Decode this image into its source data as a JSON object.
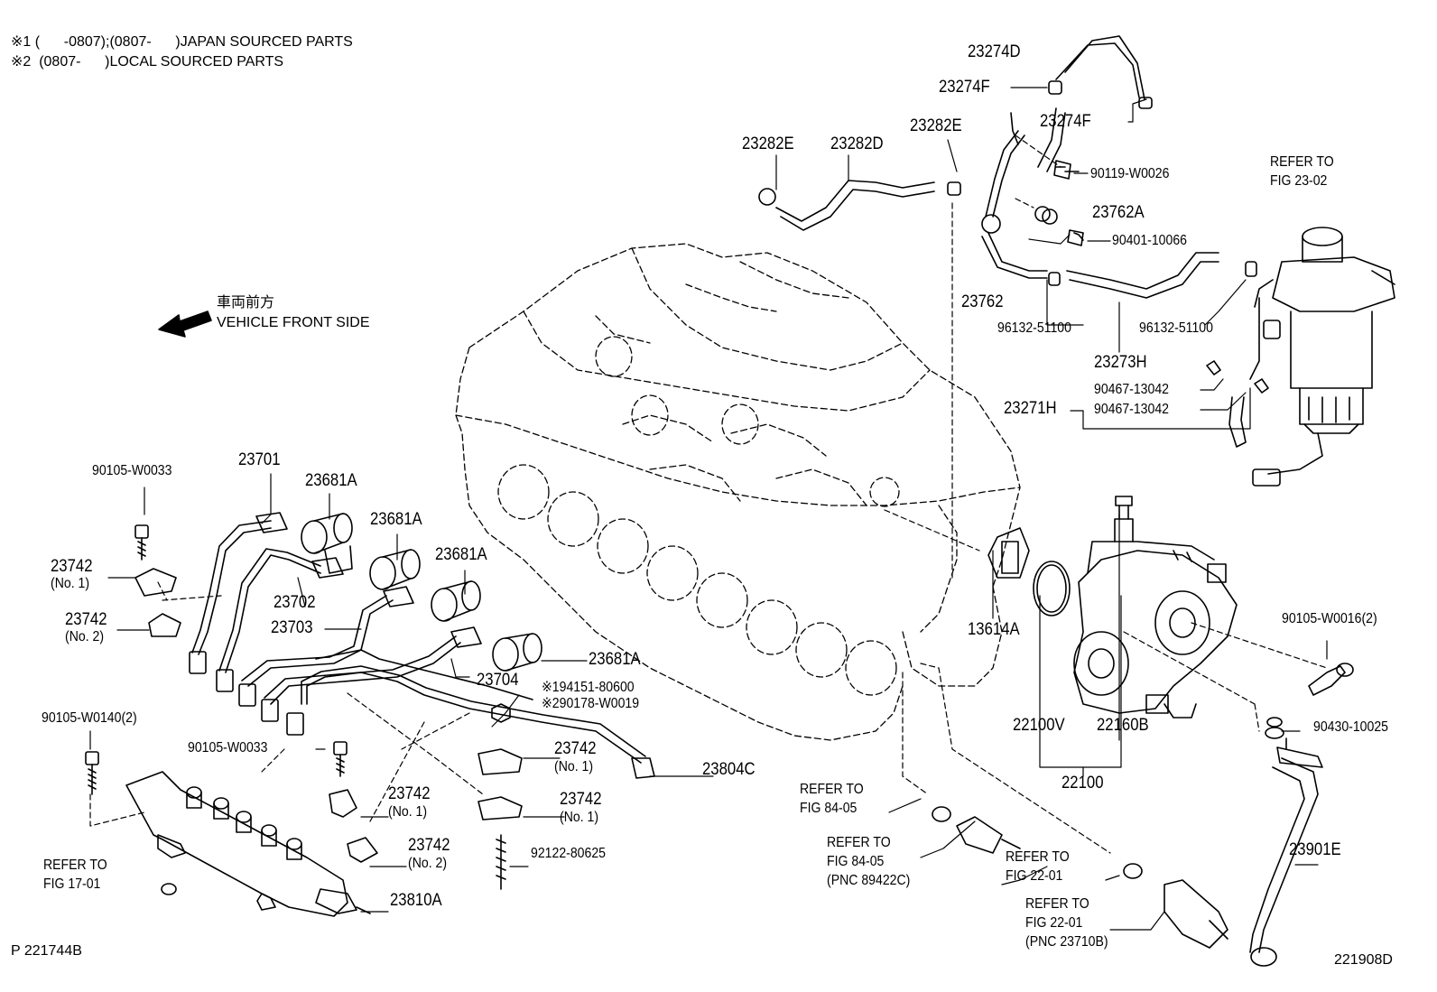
{
  "header": {
    "note1": "※1 (      -0807);(0807-      )JAPAN SOURCED PARTS",
    "note2": "※2  (0807-      )LOCAL SOURCED PARTS"
  },
  "direction": {
    "jp": "車両前方",
    "en": "VEHICLE FRONT SIDE"
  },
  "footer": {
    "left_code": "P 221744B",
    "right_code": "221908D"
  },
  "parts": {
    "p23274D": "23274D",
    "p23274F_a": "23274F",
    "p23274F_b": "23274F",
    "p23282E_a": "23282E",
    "p23282D": "23282D",
    "p23282E_b": "23282E",
    "p90119": "90119-W0026",
    "p23762A": "23762A",
    "p90401": "90401-10066",
    "p23762": "23762",
    "p96132_a": "96132-51100",
    "p96132_b": "96132-51100",
    "p23273H": "23273H",
    "p90467_a": "90467-13042",
    "p90467_b": "90467-13042",
    "p23271H": "23271H",
    "p90105_w0033_a": "90105-W0033",
    "p23701": "23701",
    "p23681A_a": "23681A",
    "p23681A_b": "23681A",
    "p23681A_c": "23681A",
    "p23681A_d": "23681A",
    "p23742_a": "23742",
    "p23742_a_sub": "(No. 1)",
    "p23742_b": "23742",
    "p23742_b_sub": "(No. 2)",
    "p23702": "23702",
    "p23703": "23703",
    "p23704": "23704",
    "p194151": "※194151-80600",
    "p290178": "※290178-W0019",
    "p13614A": "13614A",
    "p90105_w0016": "90105-W0016(2)",
    "p22100V": "22100V",
    "p22160B": "22160B",
    "p22100": "22100",
    "p90430": "90430-10025",
    "p90105_w0140": "90105-W0140(2)",
    "p90105_w0033_b": "90105-W0033",
    "p23742_c": "23742",
    "p23742_c_sub": "(No. 1)",
    "p23804C": "23804C",
    "p23742_d": "23742",
    "p23742_d_sub": "(No. 1)",
    "p23742_e": "23742",
    "p23742_e_sub": "(No. 1)",
    "p23742_f": "23742",
    "p23742_f_sub": "(No. 2)",
    "p92122": "92122-80625",
    "p23810A": "23810A",
    "p23901E": "23901E"
  },
  "refs": {
    "fig2302_a": "REFER TO",
    "fig2302_b": "FIG 23-02",
    "fig1701_a": "REFER TO",
    "fig1701_b": "FIG 17-01",
    "fig8405a_a": "REFER TO",
    "fig8405a_b": "FIG 84-05",
    "fig8405b_a": "REFER TO",
    "fig8405b_b": "FIG 84-05",
    "fig8405b_c": "(PNC 89422C)",
    "fig2201a_a": "REFER TO",
    "fig2201a_b": "FIG 22-01",
    "fig2201b_a": "REFER TO",
    "fig2201b_b": "FIG 22-01",
    "fig2201b_c": "(PNC 23710B)"
  }
}
